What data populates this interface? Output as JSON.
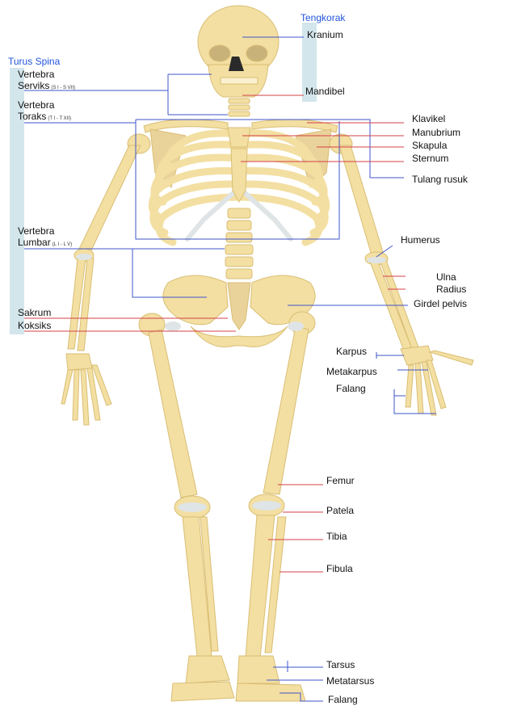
{
  "colors": {
    "bone": "#f3dfa2",
    "bone_edge": "#d9be74",
    "cartilage": "#dfe4e6",
    "skull_dark": "#2a2a2a",
    "group_bar": "#d3e6ec",
    "label_blue": "#2255dd",
    "leader_blue": "#3f55c9",
    "leader_red": "#d6404a"
  },
  "groups": {
    "tengkorak": "Tengkorak",
    "turus_spina": "Turus Spina"
  },
  "labels_left": {
    "vertebra_serviks_1": "Vertebra",
    "vertebra_serviks_2": "Serviks",
    "vertebra_serviks_range": "(S I - S VII)",
    "vertebra_toraks_1": "Vertebra",
    "vertebra_toraks_2": "Toraks",
    "vertebra_toraks_range": "(T I - T XII)",
    "vertebra_lumbar_1": "Vertebra",
    "vertebra_lumbar_2": "Lumbar",
    "vertebra_lumbar_range": "(L I - L V)",
    "sakrum": "Sakrum",
    "koksiks": "Koksiks"
  },
  "labels_right": {
    "kranium": "Kranium",
    "mandibel": "Mandibel",
    "klavikel": "Klavikel",
    "manubrium": "Manubrium",
    "skapula": "Skapula",
    "sternum": "Sternum",
    "tulang_rusuk": "Tulang rusuk",
    "humerus": "Humerus",
    "ulna": "Ulna",
    "radius": "Radius",
    "girdel_pelvis": "Girdel pelvis",
    "karpus": "Karpus",
    "metakarpus": "Metakarpus",
    "falang_hand": "Falang",
    "femur": "Femur",
    "patela": "Patela",
    "tibia": "Tibia",
    "fibula": "Fibula",
    "tarsus": "Tarsus",
    "metatarsus": "Metatarsus",
    "falang_foot": "Falang"
  }
}
